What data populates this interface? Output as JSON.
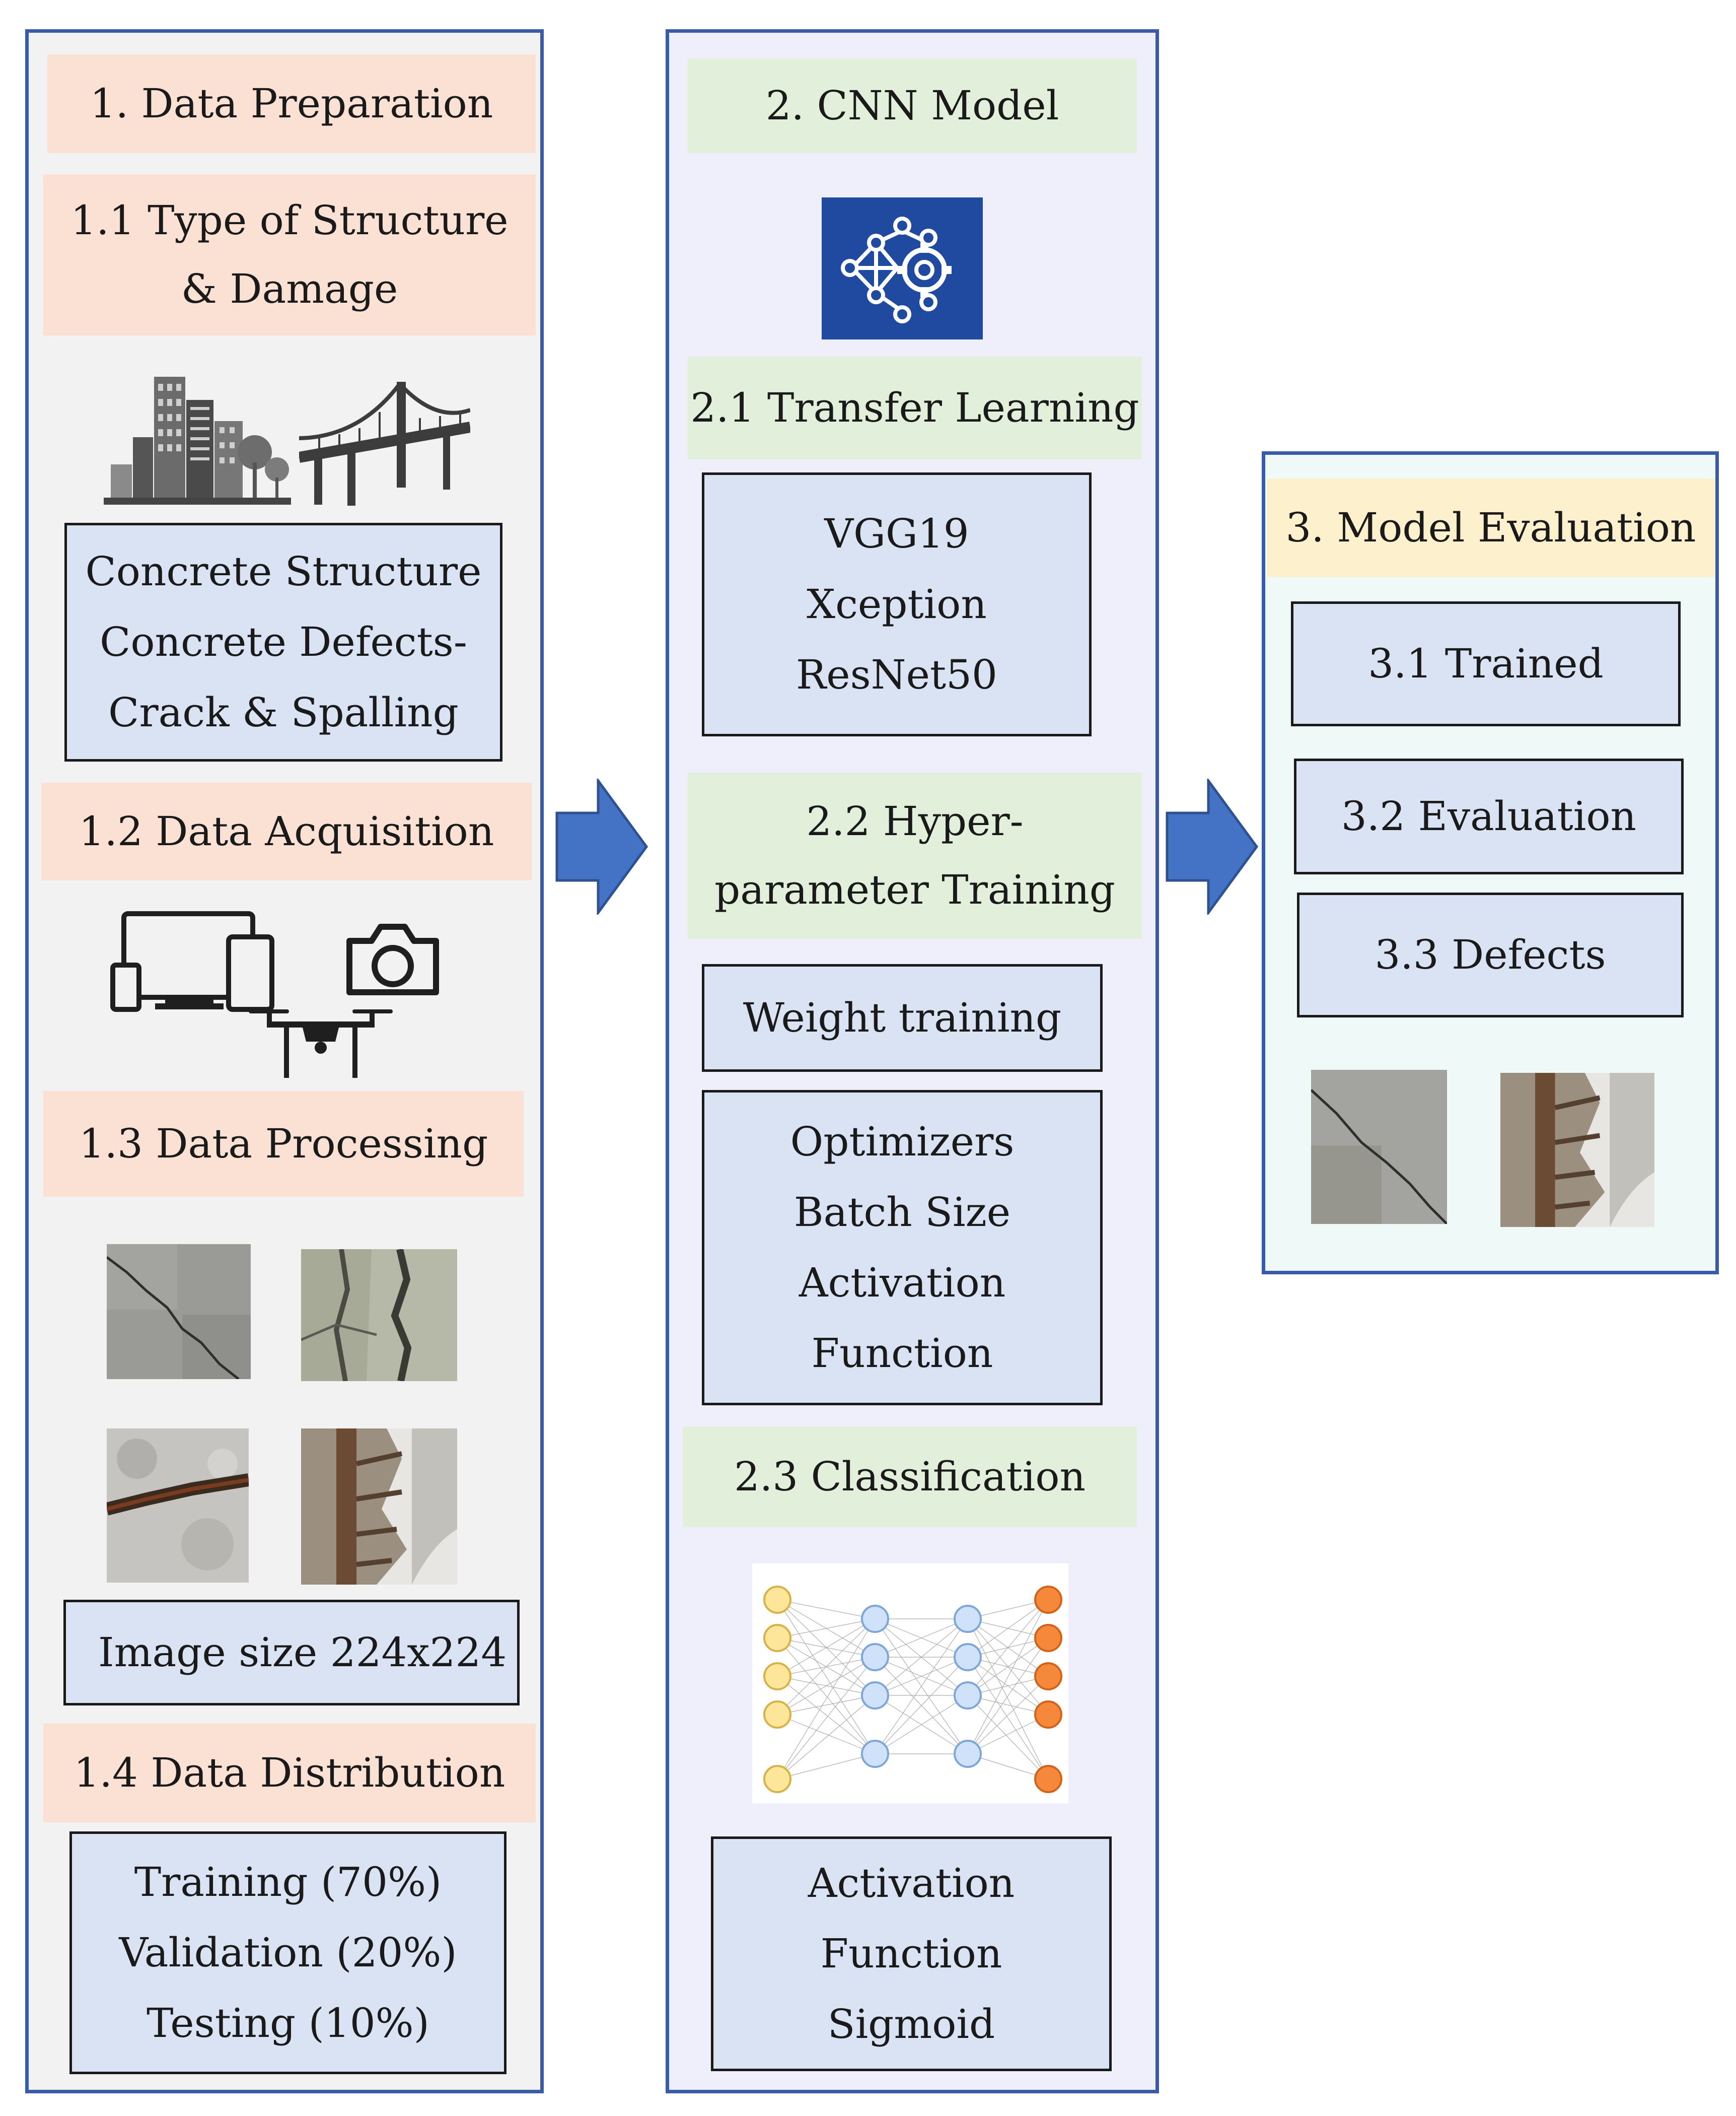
{
  "col1": {
    "title": "1. Data Preparation",
    "s11": "1.1 Type of Structure & Damage",
    "structure_box": [
      "Concrete Structure",
      "Concrete Defects-",
      "Crack & Spalling"
    ],
    "s12": "1.2 Data Acquisition",
    "s13": "1.3 Data Processing",
    "image_size": "Image size 224x224",
    "s14": "1.4 Data Distribution",
    "distribution": [
      "Training (70%)",
      "Validation (20%)",
      "Testing (10%)"
    ]
  },
  "col2": {
    "title": "2. CNN Model",
    "s21": "2.1 Transfer Learning",
    "models": [
      "VGG19",
      "Xception",
      "ResNet50"
    ],
    "s22": "2.2 Hyper-parameter Training",
    "weight_training": "Weight training",
    "hyperparams": [
      "Optimizers",
      "Batch Size",
      "Activation",
      "Function"
    ],
    "s23": "2.3 Classification",
    "activation": [
      "Activation",
      "Function",
      "Sigmoid"
    ]
  },
  "col3": {
    "title": "3. Model Evaluation",
    "items": [
      "3.1 Trained",
      "3.2 Evaluation",
      "3.3 Defects"
    ]
  },
  "icons": {
    "buildings": "buildings-icon",
    "bridge": "bridge-icon",
    "devices": "devices-icon",
    "camera": "camera-icon",
    "drone": "drone-icon",
    "cnn": "neural-network-gear-icon"
  },
  "colors": {
    "panel_border": "#3a5ba8",
    "arrow": "#4472c4",
    "peach_header": "#fbe1d4",
    "green_header": "#e2efda",
    "yellow_header": "#fdf0cc",
    "box_fill": "#dae3f3"
  }
}
